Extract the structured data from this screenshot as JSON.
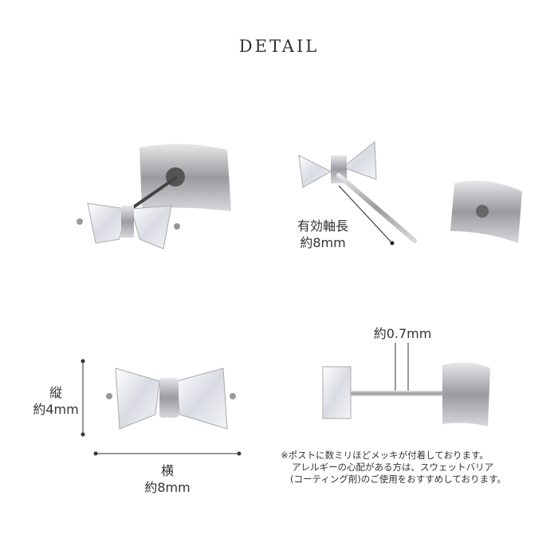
{
  "title": "DETAIL",
  "labels": {
    "post_length_line1": "有効軸長",
    "post_length_line2": "約8mm",
    "post_thickness": "約0.7mm",
    "height_line1": "縦",
    "height_line2": "約4mm",
    "width_line1": "横",
    "width_line2": "約8mm"
  },
  "note": {
    "line1": "※ポストに数ミリほどメッキが付着しております。",
    "line2": "アレルギーの心配がある方は、スウェットバリア",
    "line3": "(コーティング剤)のご使用をおすすめしております。"
  },
  "colors": {
    "text": "#333333",
    "metal": "#b8b8bc",
    "crystal": "#eef0f4"
  }
}
